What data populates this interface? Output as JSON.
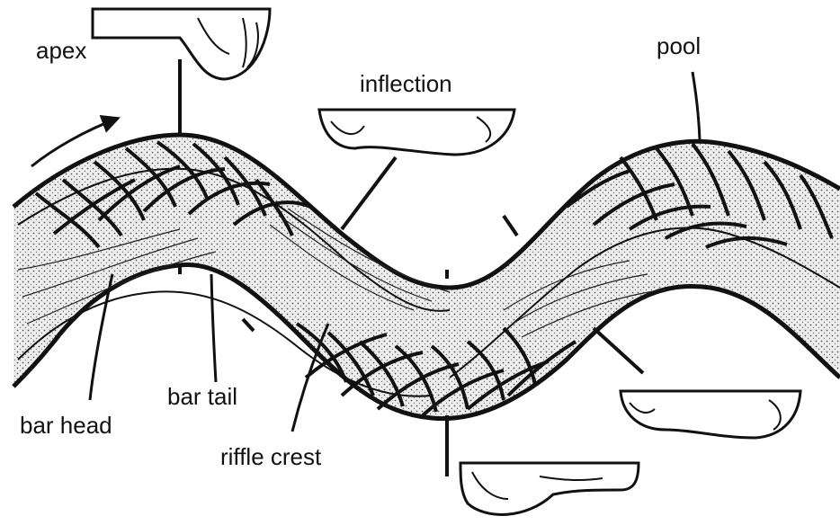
{
  "labels": {
    "apex": "apex",
    "inflection": "inflection",
    "pool": "pool",
    "bar_head": "bar head",
    "bar_tail": "bar tail",
    "riffle_crest": "riffle crest"
  },
  "colors": {
    "ink": "#111111",
    "channel_fill": "#e8e8e8",
    "background": "#ffffff"
  },
  "icons": {
    "flow_direction": "curved-arrow-icon"
  }
}
